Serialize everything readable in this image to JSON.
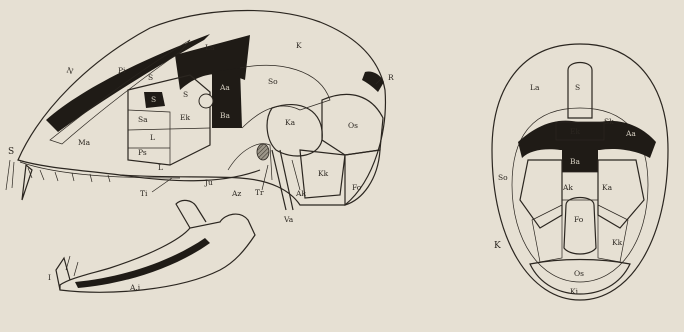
{
  "lateral_view": {
    "labels": {
      "n": "N",
      "pi": "Pi",
      "la": "La",
      "k": "K",
      "s_top": "S",
      "aa": "Aa",
      "so": "So",
      "r": "R",
      "s_small": "S",
      "s_mid": "S",
      "sa": "Sa",
      "ek": "Ek",
      "ba": "Ba",
      "ka": "Ka",
      "os": "Os",
      "ma": "Ma",
      "l_upper": "L",
      "ps": "Ps",
      "l_lower": "L",
      "kk": "Kk",
      "fo": "Fo",
      "ti": "Ti",
      "ju": "Ju",
      "az": "Az",
      "tr": "Tr",
      "ak": "Ak",
      "va": "Va",
      "s_left": "S",
      "i": "I",
      "ai": "A.i"
    }
  },
  "basal_view": {
    "labels": {
      "la": "La",
      "s": "S",
      "ek": "Ek",
      "sk": "Sk",
      "aa": "Aa",
      "ba": "Ba",
      "so": "So",
      "ak": "Ak",
      "ka": "Ka",
      "fo": "Fo",
      "kk": "Kk",
      "k": "K",
      "os": "Os",
      "ki": "Ki"
    }
  }
}
